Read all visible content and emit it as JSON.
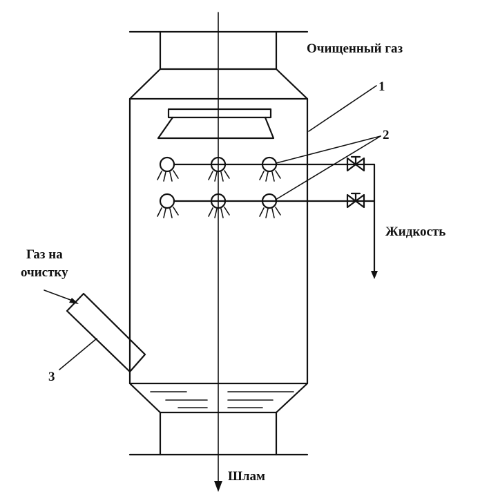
{
  "labels": {
    "clean_gas": "Очищенный газ",
    "gas_in_line1": "Газ на",
    "gas_in_line2": "очистку",
    "liquid": "Жидкость",
    "sludge": "Шлам"
  },
  "callouts": {
    "body": "1",
    "nozzles": "2",
    "inlet_pipe": "3"
  }
}
